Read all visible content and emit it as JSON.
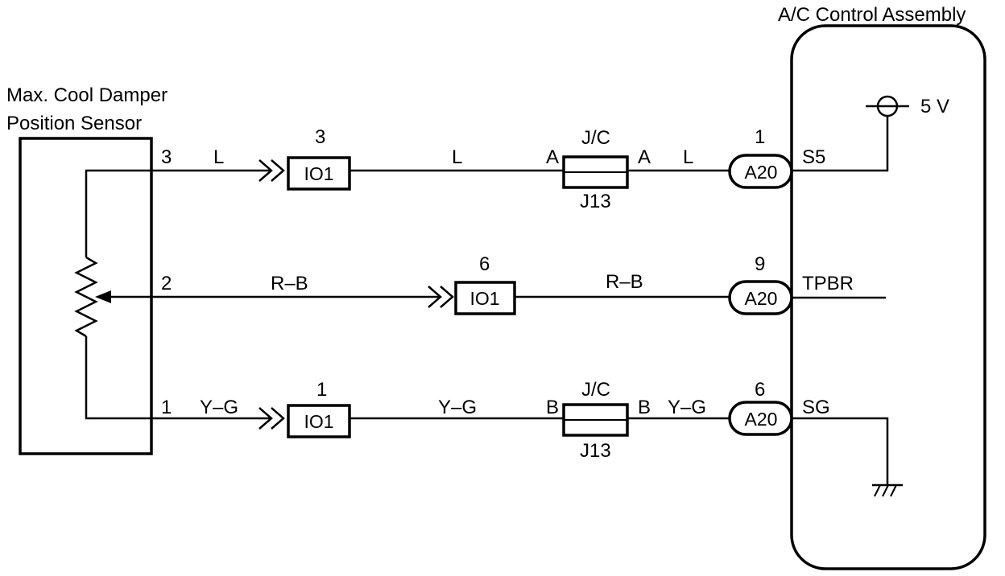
{
  "sensor": {
    "name_line1": "Max. Cool Damper",
    "name_line2": "Position Sensor"
  },
  "assembly": {
    "name": "A/C Control Assembly",
    "supply_label": "5 V"
  },
  "circuits": [
    {
      "sensor_pin": "3",
      "wire_color": "L",
      "io_pin": "3",
      "io_connector": "IO1",
      "wire_color_2": "L",
      "jc_label": "J/C",
      "jc_in": "A",
      "jc_out": "A",
      "jc_connector": "J13",
      "wire_color_3": "L",
      "ecu_pin": "1",
      "ecu_connector": "A20",
      "ecu_terminal": "S5"
    },
    {
      "sensor_pin": "2",
      "wire_color": "R–B",
      "io_pin": "6",
      "io_connector": "IO1",
      "wire_color_2": "R–B",
      "ecu_pin": "9",
      "ecu_connector": "A20",
      "ecu_terminal": "TPBR"
    },
    {
      "sensor_pin": "1",
      "wire_color": "Y–G",
      "io_pin": "1",
      "io_connector": "IO1",
      "wire_color_2": "Y–G",
      "jc_label": "J/C",
      "jc_in": "B",
      "jc_out": "B",
      "jc_connector": "J13",
      "wire_color_3": "Y–G",
      "ecu_pin": "6",
      "ecu_connector": "A20",
      "ecu_terminal": "SG"
    }
  ]
}
